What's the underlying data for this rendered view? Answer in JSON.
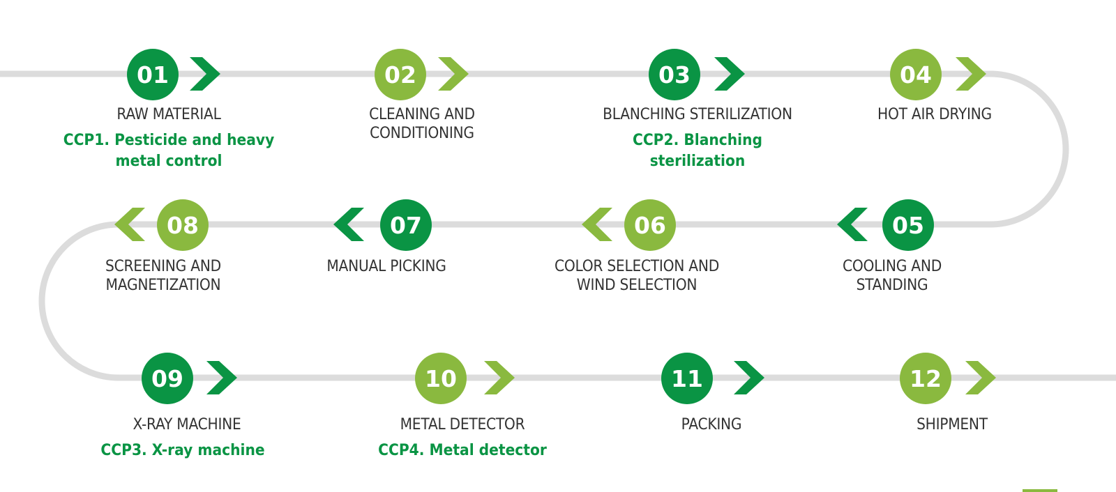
{
  "colors": {
    "dark_green": "#0a9444",
    "light_green": "#8ab93f",
    "ccp_text": "#0a9444",
    "track": "#dcdcdc",
    "label_text": "#333333"
  },
  "steps": [
    {
      "number": "01",
      "label": "RAW MATERIAL",
      "ccp": "CCP1. Pesticide and heavy\nmetal control",
      "tone": "dark",
      "direction": "right"
    },
    {
      "number": "02",
      "label": "CLEANING AND\nCONDITIONING",
      "ccp": "",
      "tone": "light",
      "direction": "right"
    },
    {
      "number": "03",
      "label": "BLANCHING STERILIZATION",
      "ccp": "CCP2. Blanching\nsterilization",
      "tone": "dark",
      "direction": "right"
    },
    {
      "number": "04",
      "label": "HOT AIR DRYING",
      "ccp": "",
      "tone": "light",
      "direction": "right"
    },
    {
      "number": "05",
      "label": "COOLING AND\nSTANDING",
      "ccp": "",
      "tone": "dark",
      "direction": "left"
    },
    {
      "number": "06",
      "label": "COLOR SELECTION AND\nWIND SELECTION",
      "ccp": "",
      "tone": "light",
      "direction": "left"
    },
    {
      "number": "07",
      "label": "MANUAL PICKING",
      "ccp": "",
      "tone": "dark",
      "direction": "left"
    },
    {
      "number": "08",
      "label": "SCREENING AND\nMAGNETIZATION",
      "ccp": "",
      "tone": "light",
      "direction": "left"
    },
    {
      "number": "09",
      "label": "X-RAY MACHINE",
      "ccp": "CCP3. X-ray machine",
      "tone": "dark",
      "direction": "right"
    },
    {
      "number": "10",
      "label": "METAL DETECTOR",
      "ccp": "CCP4. Metal detector",
      "tone": "light",
      "direction": "right"
    },
    {
      "number": "11",
      "label": "PACKING",
      "ccp": "",
      "tone": "dark",
      "direction": "right"
    },
    {
      "number": "12",
      "label": "SHIPMENT",
      "ccp": "",
      "tone": "light",
      "direction": "right"
    }
  ]
}
